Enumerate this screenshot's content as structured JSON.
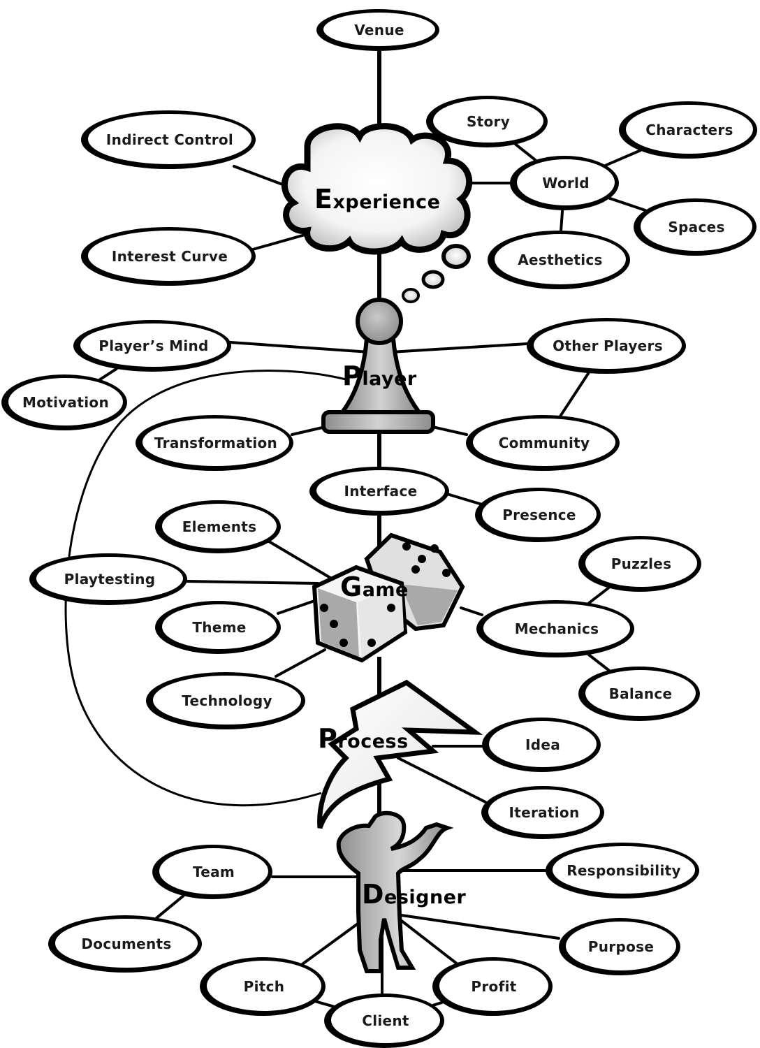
{
  "title": "Game design mind map",
  "colors": {
    "line": "#000000",
    "node_fill": "#ffffff",
    "figure_gray": "#a8a8a8",
    "figure_light": "#e6e6e6"
  },
  "hubs": [
    {
      "id": "experience",
      "label": "Experience",
      "shape": "cloud-icon"
    },
    {
      "id": "player",
      "label": "Player",
      "shape": "pawn-icon"
    },
    {
      "id": "game",
      "label": "Game",
      "shape": "dice-icon"
    },
    {
      "id": "process",
      "label": "Process",
      "shape": "lightning-bolt-icon"
    },
    {
      "id": "designer",
      "label": "Designer",
      "shape": "person-icon"
    }
  ],
  "nodes": [
    {
      "id": "venue",
      "label": "Venue"
    },
    {
      "id": "indirect-control",
      "label": "Indirect Control"
    },
    {
      "id": "interest-curve",
      "label": "Interest Curve"
    },
    {
      "id": "story",
      "label": "Story"
    },
    {
      "id": "characters",
      "label": "Characters"
    },
    {
      "id": "world",
      "label": "World"
    },
    {
      "id": "spaces",
      "label": "Spaces"
    },
    {
      "id": "aesthetics",
      "label": "Aesthetics"
    },
    {
      "id": "players-mind",
      "label": "Player’s Mind"
    },
    {
      "id": "other-players",
      "label": "Other Players"
    },
    {
      "id": "motivation",
      "label": "Motivation"
    },
    {
      "id": "transformation",
      "label": "Transformation"
    },
    {
      "id": "community",
      "label": "Community"
    },
    {
      "id": "interface",
      "label": "Interface"
    },
    {
      "id": "presence",
      "label": "Presence"
    },
    {
      "id": "elements",
      "label": "Elements"
    },
    {
      "id": "playtesting",
      "label": "Playtesting"
    },
    {
      "id": "puzzles",
      "label": "Puzzles"
    },
    {
      "id": "theme",
      "label": "Theme"
    },
    {
      "id": "mechanics",
      "label": "Mechanics"
    },
    {
      "id": "technology",
      "label": "Technology"
    },
    {
      "id": "balance",
      "label": "Balance"
    },
    {
      "id": "idea",
      "label": "Idea"
    },
    {
      "id": "iteration",
      "label": "Iteration"
    },
    {
      "id": "team",
      "label": "Team"
    },
    {
      "id": "responsibility",
      "label": "Responsibility"
    },
    {
      "id": "documents",
      "label": "Documents"
    },
    {
      "id": "purpose",
      "label": "Purpose"
    },
    {
      "id": "pitch",
      "label": "Pitch"
    },
    {
      "id": "profit",
      "label": "Profit"
    },
    {
      "id": "client",
      "label": "Client"
    }
  ],
  "edges": [
    [
      "venue",
      "experience"
    ],
    [
      "indirect-control",
      "experience"
    ],
    [
      "interest-curve",
      "experience"
    ],
    [
      "experience",
      "world"
    ],
    [
      "story",
      "world"
    ],
    [
      "characters",
      "world"
    ],
    [
      "spaces",
      "world"
    ],
    [
      "aesthetics",
      "world"
    ],
    [
      "experience",
      "player"
    ],
    [
      "players-mind",
      "player"
    ],
    [
      "other-players",
      "player"
    ],
    [
      "motivation",
      "players-mind"
    ],
    [
      "transformation",
      "player"
    ],
    [
      "community",
      "player"
    ],
    [
      "community",
      "other-players"
    ],
    [
      "player",
      "interface"
    ],
    [
      "interface",
      "presence"
    ],
    [
      "interface",
      "game"
    ],
    [
      "elements",
      "game"
    ],
    [
      "playtesting",
      "game"
    ],
    [
      "theme",
      "game"
    ],
    [
      "technology",
      "game"
    ],
    [
      "mechanics",
      "game"
    ],
    [
      "puzzles",
      "mechanics"
    ],
    [
      "balance",
      "mechanics"
    ],
    [
      "game",
      "process"
    ],
    [
      "idea",
      "process"
    ],
    [
      "iteration",
      "process"
    ],
    [
      "process",
      "designer"
    ],
    [
      "team",
      "designer"
    ],
    [
      "documents",
      "team"
    ],
    [
      "responsibility",
      "designer"
    ],
    [
      "purpose",
      "designer"
    ],
    [
      "pitch",
      "designer"
    ],
    [
      "profit",
      "designer"
    ],
    [
      "client",
      "designer"
    ],
    [
      "pitch",
      "client"
    ],
    [
      "profit",
      "client"
    ],
    [
      "playtesting-loop",
      "player-to-process"
    ]
  ]
}
